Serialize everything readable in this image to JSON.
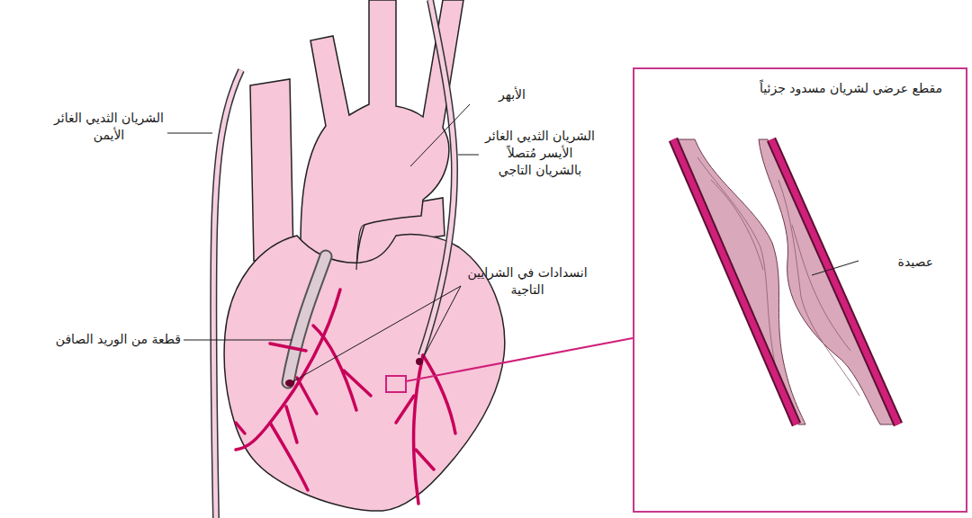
{
  "diagram": {
    "nodes": [
      {
        "text": [
          "مقطع عرضي لشريان مسدود جزئياً",
          "عصيدة"
        ]
      }
    ],
    "labels": [
      "الشريان الثديي الغائر الأيمن",
      "الأبهر",
      "الشريان الثديي الغائر الأيسر مُتصلاً بالشريان التاجي",
      "انسدادات في الشرايين التاجية",
      "قطعة من الوريد الصافن"
    ]
  }
}
